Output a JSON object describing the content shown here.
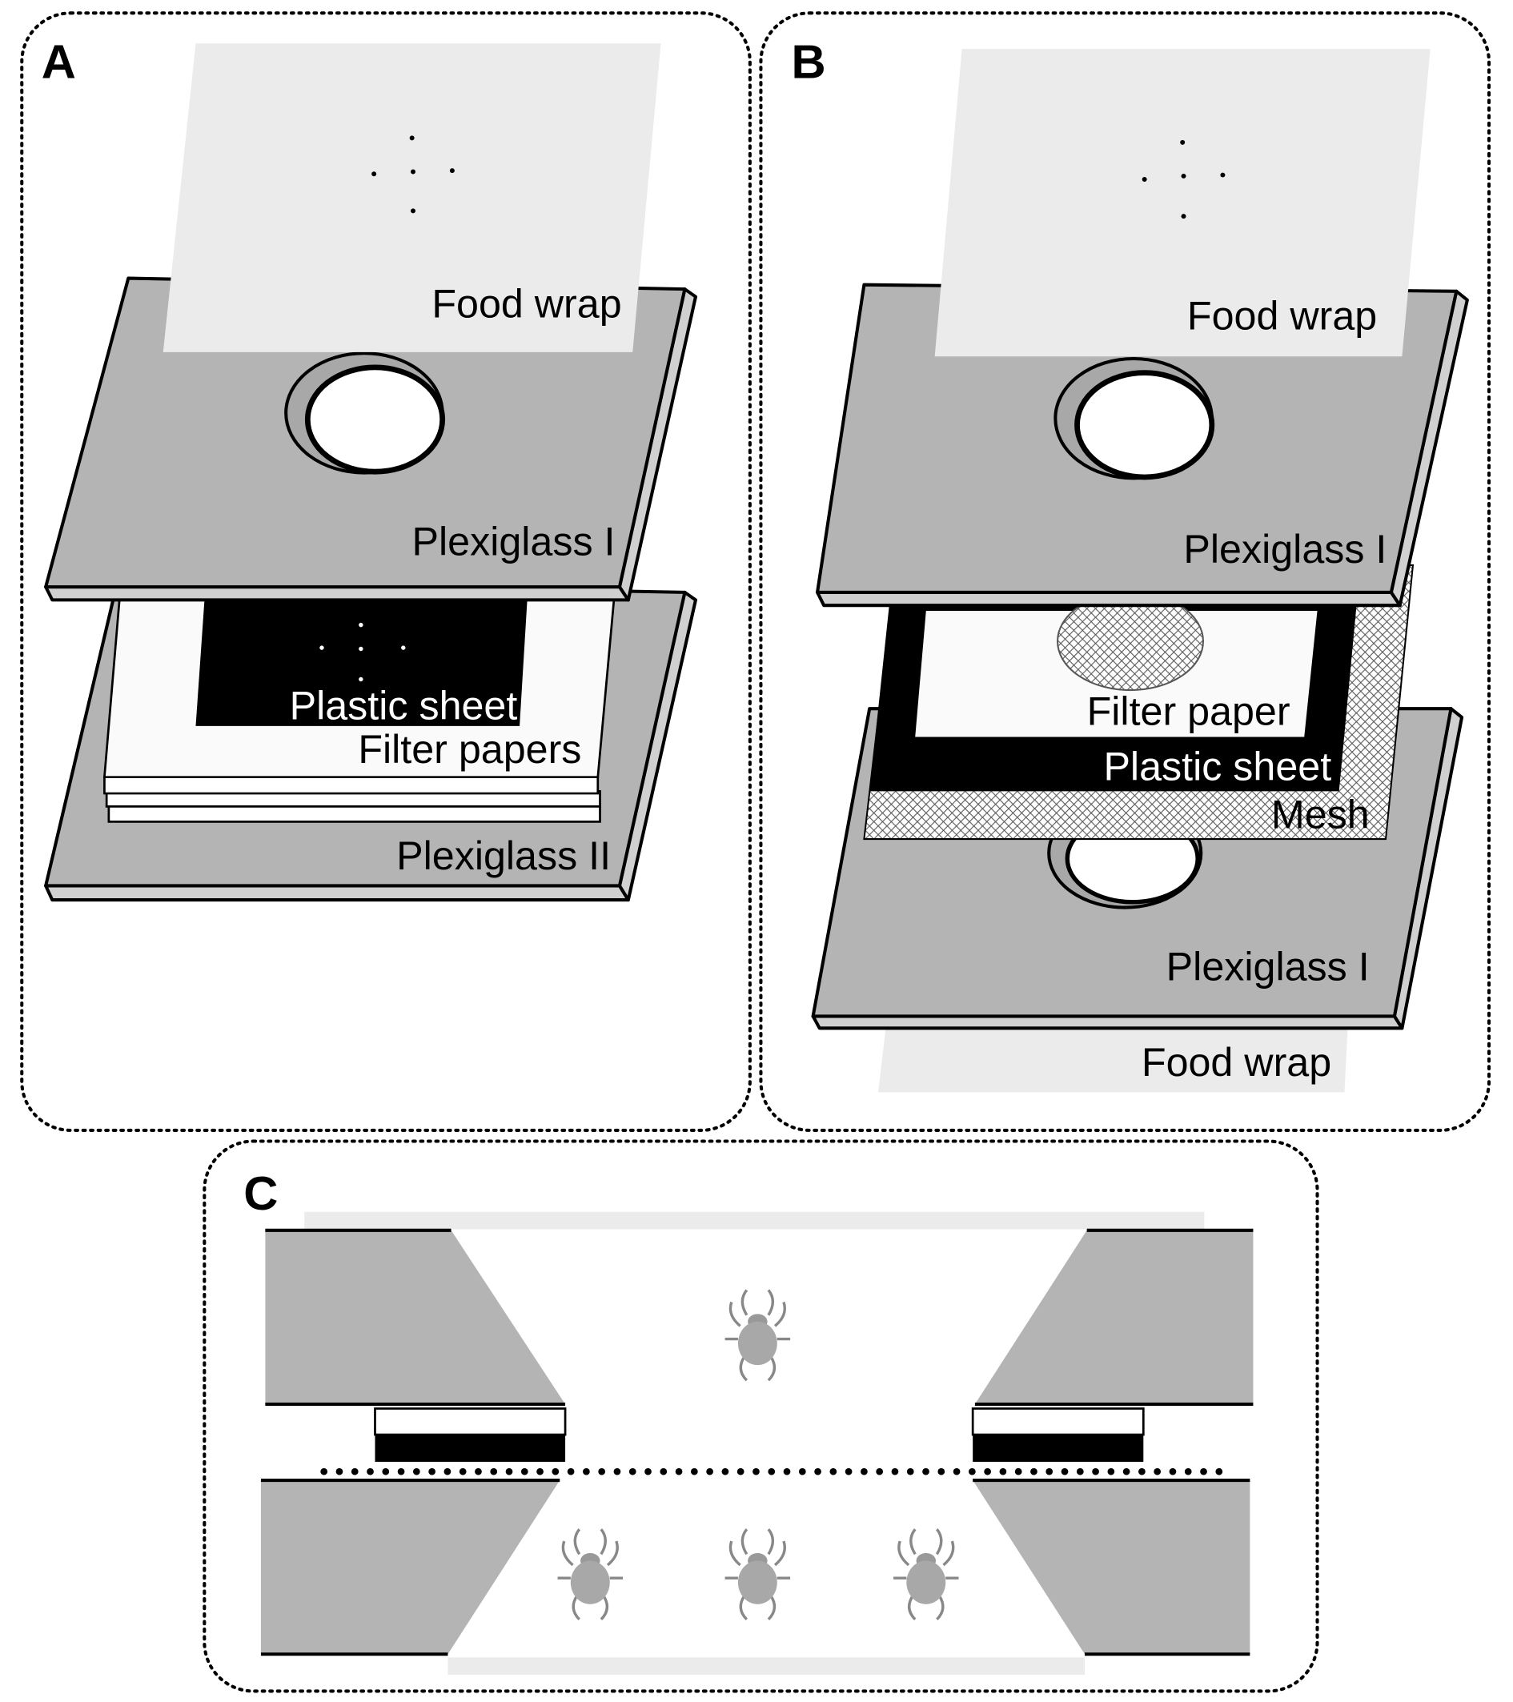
{
  "panels": {
    "A": {
      "letter": "A",
      "labels": {
        "food_wrap": "Food wrap",
        "plexiglass_top": "Plexiglass I",
        "plastic_sheet": "Plastic sheet",
        "filter_papers": "Filter papers",
        "plexiglass_bottom": "Plexiglass II"
      }
    },
    "B": {
      "letter": "B",
      "labels": {
        "food_wrap_top": "Food wrap",
        "plexiglass_top": "Plexiglass I",
        "filter_paper": "Filter paper",
        "plastic_sheet": "Plastic sheet",
        "mesh": "Mesh",
        "plexiglass_bottom": "Plexiglass I",
        "food_wrap_bottom": "Food wrap"
      }
    },
    "C": {
      "letter": "C"
    }
  },
  "colors": {
    "plexiglass": "#b4b4b4",
    "food_wrap": "#ebebeb",
    "plastic": "#000000"
  }
}
